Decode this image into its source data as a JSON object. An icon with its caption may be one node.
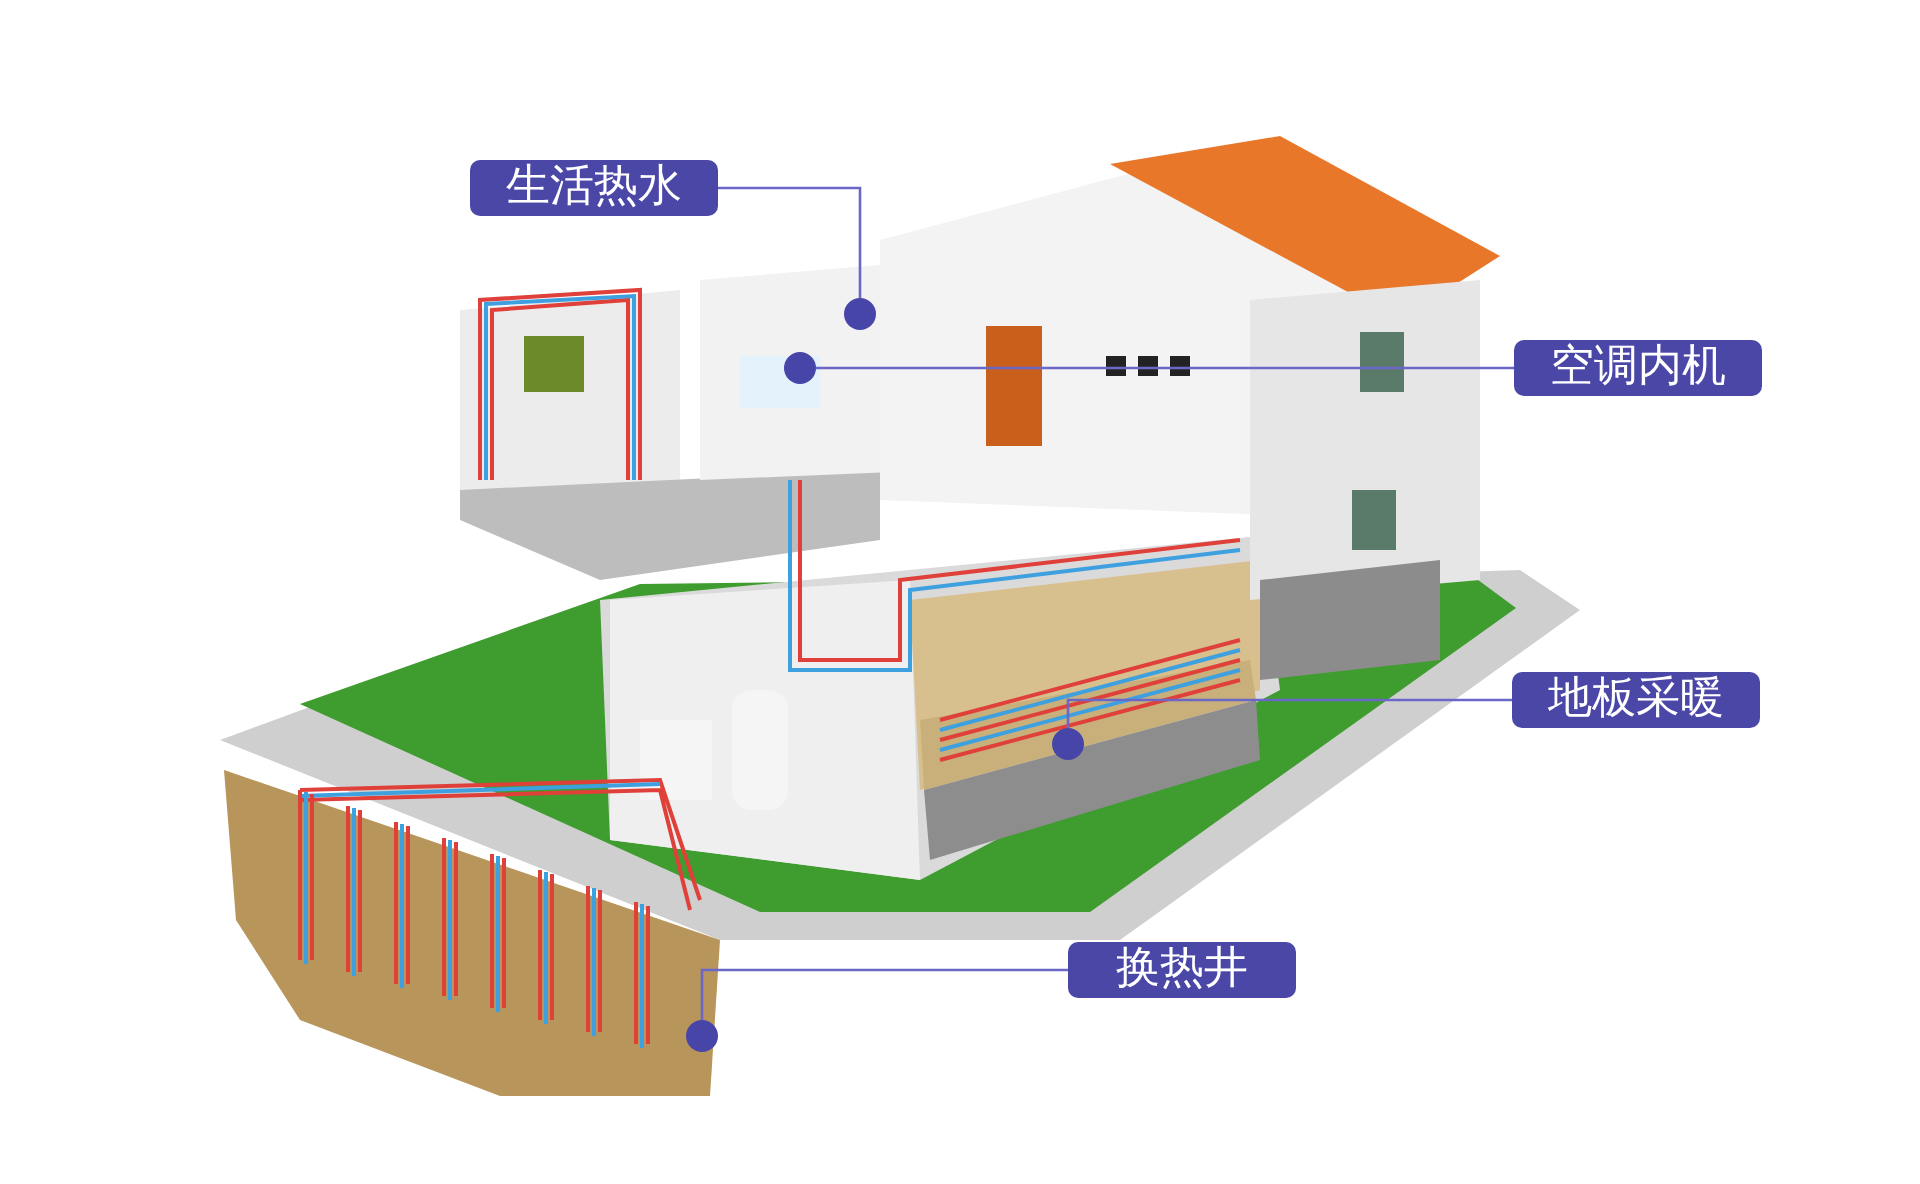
{
  "diagram": {
    "nodes": [
      {
        "text": [
          "生活热水"
        ]
      },
      {
        "text": [
          "空调内机"
        ]
      },
      {
        "text": [
          "地板采暖"
        ]
      },
      {
        "text": [
          "换热井"
        ]
      },
      {
        "text": [],
        "shape": "circle"
      },
      {
        "text": [],
        "shape": "circle"
      },
      {
        "text": [],
        "shape": "circle"
      },
      {
        "text": [],
        "shape": "circle"
      }
    ],
    "edges": [
      {
        "from": 0,
        "to": 4,
        "arrow": "none"
      },
      {
        "from": 1,
        "to": 5,
        "arrow": "none"
      },
      {
        "from": 2,
        "to": 6,
        "arrow": "none"
      },
      {
        "from": 3,
        "to": 7,
        "arrow": "none"
      }
    ]
  }
}
